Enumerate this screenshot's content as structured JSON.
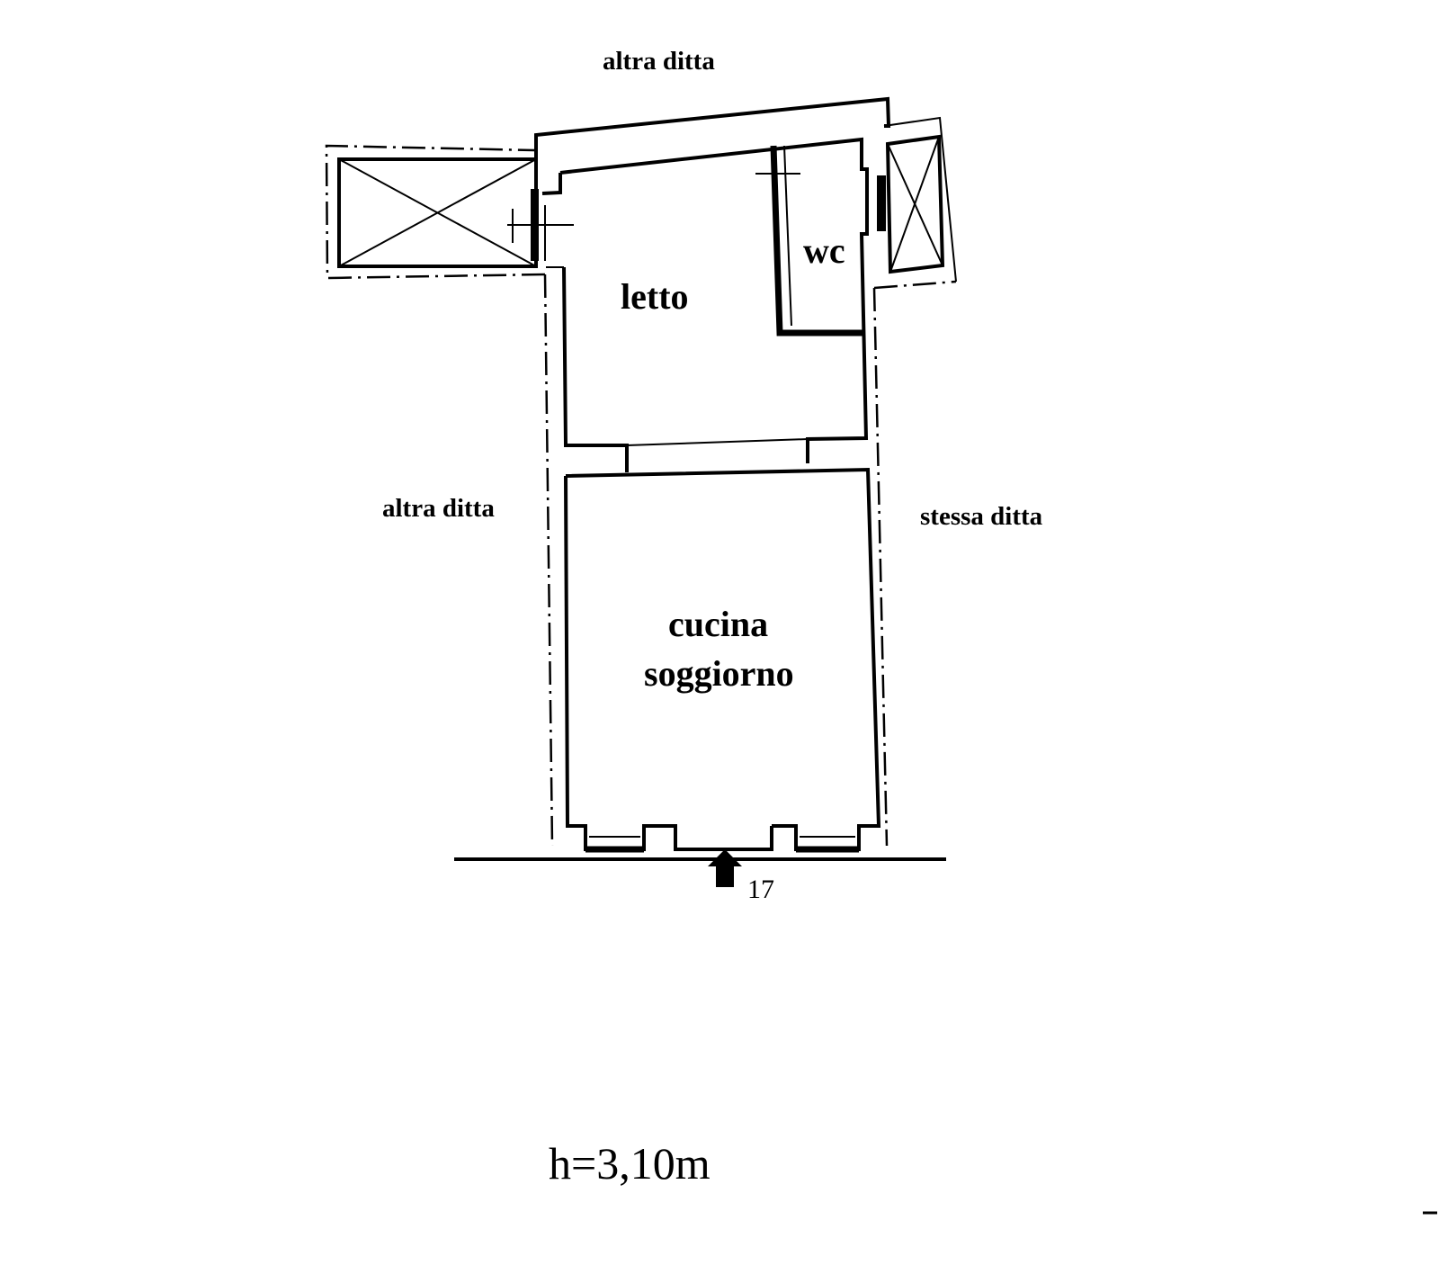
{
  "labels": {
    "neighbor_top": "altra ditta",
    "neighbor_left": "altra ditta",
    "neighbor_right": "stessa ditta",
    "room_bedroom": "letto",
    "room_wc": "wc",
    "room_kitchen_line1": "cucina",
    "room_kitchen_line2": "soggiorno",
    "street_number": "17",
    "ceiling_height": "h=3,10m"
  }
}
